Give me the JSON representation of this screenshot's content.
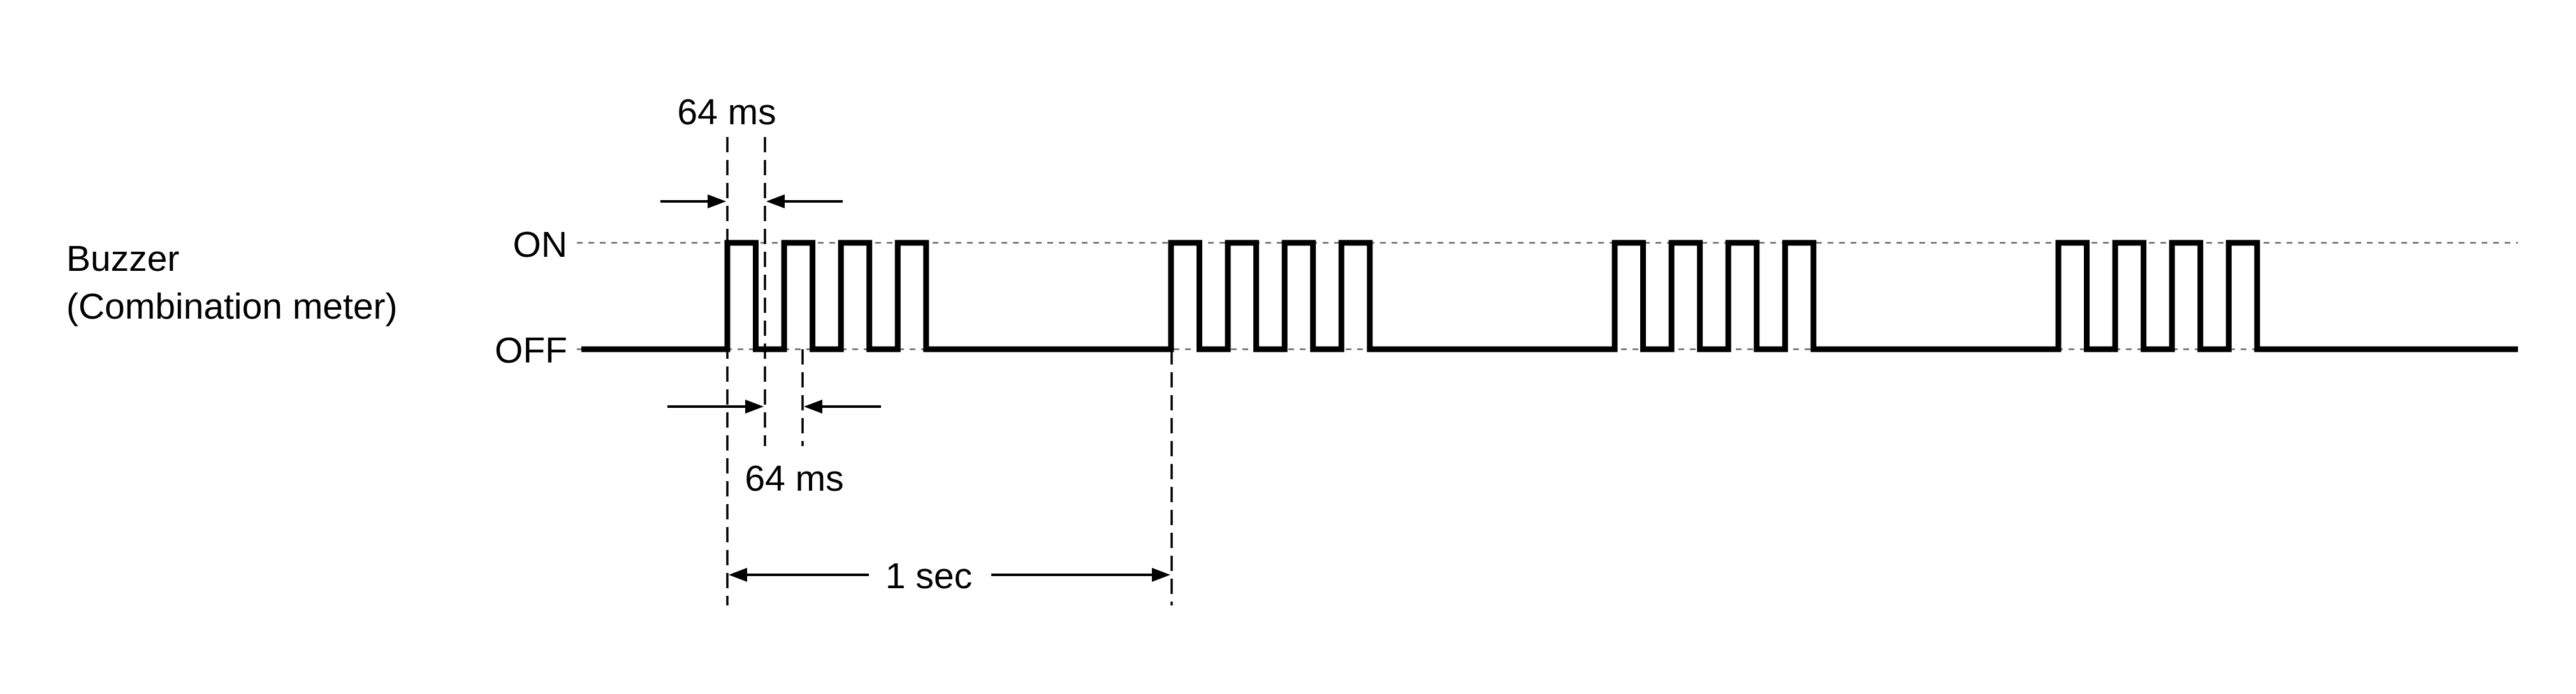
{
  "signal": {
    "name_line1": "Buzzer",
    "name_line2": "(Combination meter)",
    "level_on": "ON",
    "level_off": "OFF"
  },
  "timing": {
    "pulse_on_width": "64 ms",
    "pulse_off_width": "64 ms",
    "period": "1 sec"
  },
  "waveform": {
    "pulses_per_burst": 4,
    "bursts": 4,
    "pulse_ms": 64,
    "burst_period_ms": 1000
  },
  "colors": {
    "line": "#000000",
    "guide": "#666666"
  }
}
